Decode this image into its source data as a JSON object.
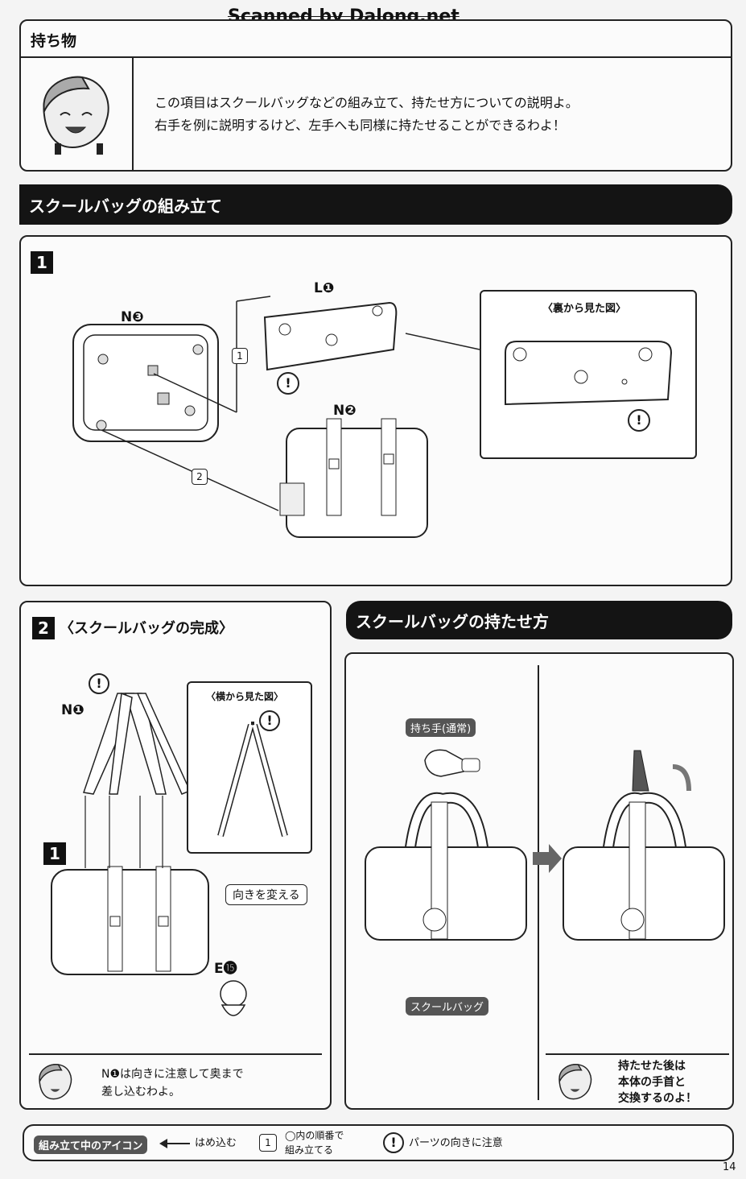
{
  "watermark": "Scanned by Dalong.net",
  "page_number": "14",
  "items_section": {
    "title": "持ち物",
    "text_line1": "この項目はスクールバッグなどの組み立て、持たせ方についての説明よ。",
    "text_line2": "右手を例に説明するけど、左手へも同様に持たせることができるわよ！"
  },
  "assembly_section": {
    "title": "スクールバッグの組み立て",
    "step1": {
      "number": "1",
      "label_L1": "L❶",
      "label_N3": "N❸",
      "label_N2": "N❷",
      "back_view": "〈裏から見た図〉",
      "order1": "1",
      "order2": "2",
      "caution": "!"
    },
    "step2": {
      "number": "2",
      "title": "〈スクールバッグの完成〉",
      "label_N1": "N❶",
      "side_view": "〈横から見た図〉",
      "sub_step": "1",
      "change_direction": "向きを変える",
      "label_E15": "E⓯",
      "note_line1": "N❶は向きに注意して奥まで",
      "note_line2": "差し込むわよ。"
    }
  },
  "holding_section": {
    "title": "スクールバッグの持たせ方",
    "hand_label": "持ち手(通常)",
    "bag_label": "スクールバッグ",
    "note_line1": "持たせた後は",
    "note_line2": "本体の手首と",
    "note_line3": "交換するのよ！"
  },
  "legend": {
    "icon_label": "組み立て中のアイコン",
    "insert": "はめ込む",
    "order_line1": "◯内の順番で",
    "order_line2": "組み立てる",
    "order_symbol": "1",
    "caution": "パーツの向きに注意",
    "caution_symbol": "!"
  }
}
